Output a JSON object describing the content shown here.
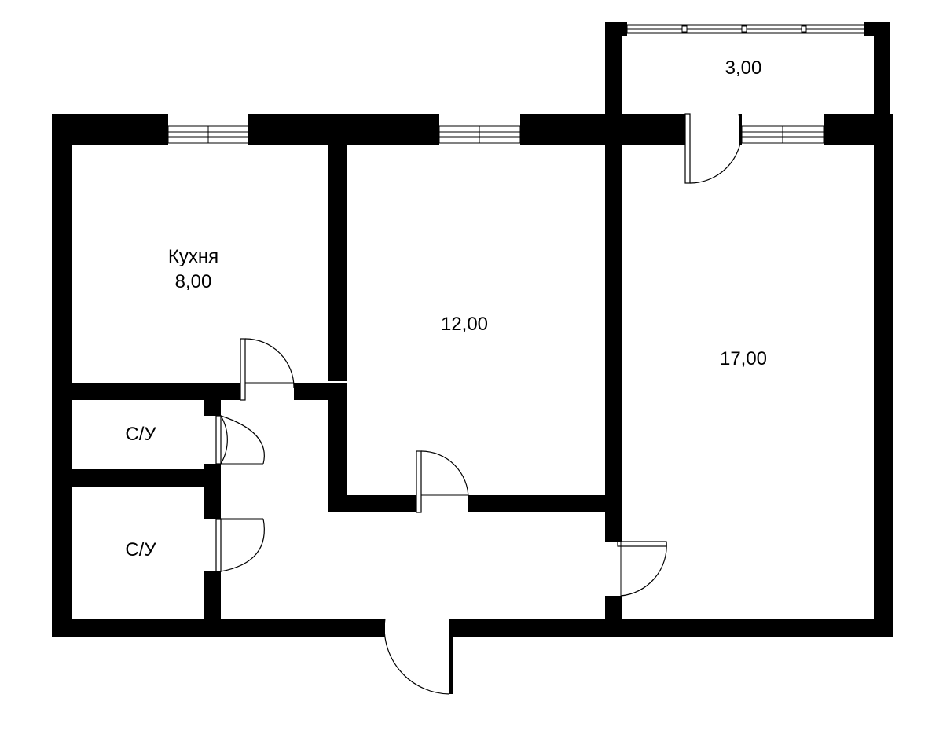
{
  "rooms": {
    "kitchen": {
      "name": "Кухня",
      "area": "8,00"
    },
    "bedroom": {
      "area": "12,00"
    },
    "living": {
      "area": "17,00"
    },
    "balcony": {
      "area": "3,00"
    },
    "bathroom_1": {
      "name": "С/У"
    },
    "bathroom_2": {
      "name": "С/У"
    }
  },
  "colors": {
    "wall": "#000000",
    "background": "#ffffff"
  }
}
